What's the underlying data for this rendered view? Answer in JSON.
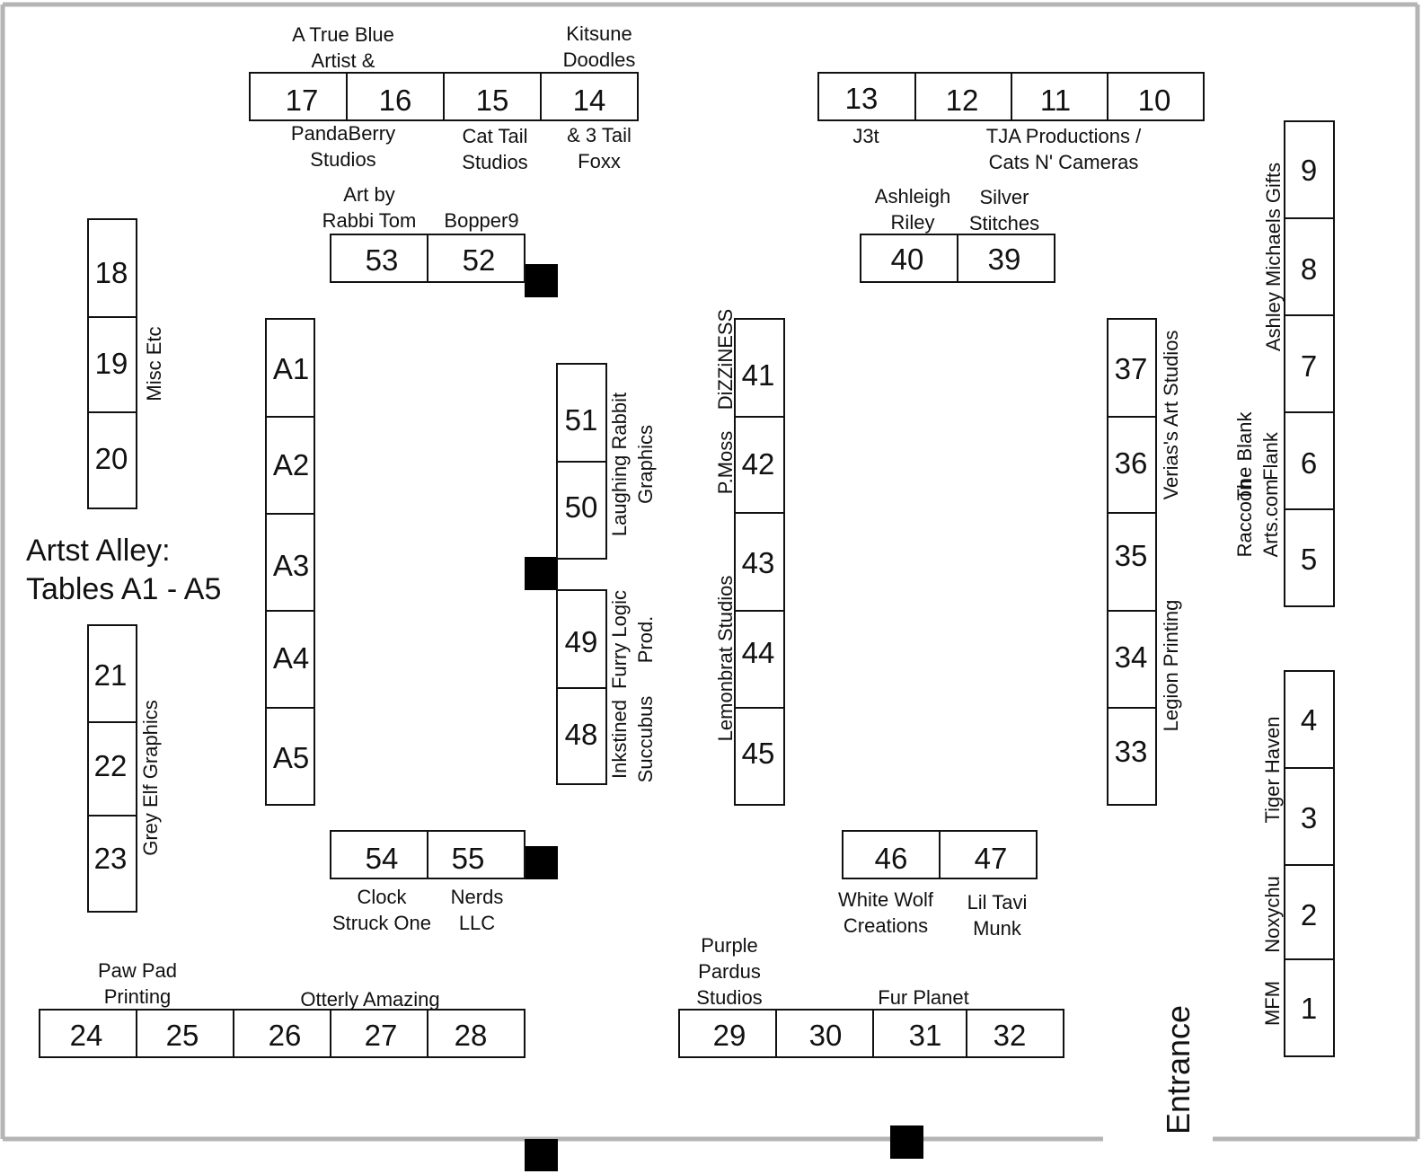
{
  "title": {
    "line1": "Artst Alley:",
    "line2": "Tables A1 - A5"
  },
  "entrance_label": "Entrance",
  "tables": {
    "t1": "1",
    "t2": "2",
    "t3": "3",
    "t4": "4",
    "t5": "5",
    "t6": "6",
    "t7": "7",
    "t8": "8",
    "t9": "9",
    "t10": "10",
    "t11": "11",
    "t12": "12",
    "t13": "13",
    "t14": "14",
    "t15": "15",
    "t16": "16",
    "t17": "17",
    "t18": "18",
    "t19": "19",
    "t20": "20",
    "t21": "21",
    "t22": "22",
    "t23": "23",
    "t24": "24",
    "t25": "25",
    "t26": "26",
    "t27": "27",
    "t28": "28",
    "t29": "29",
    "t30": "30",
    "t31": "31",
    "t32": "32",
    "t33": "33",
    "t34": "34",
    "t35": "35",
    "t36": "36",
    "t37": "37",
    "t39": "39",
    "t40": "40",
    "t41": "41",
    "t42": "42",
    "t43": "43",
    "t44": "44",
    "t45": "45",
    "t46": "46",
    "t47": "47",
    "t48": "48",
    "t49": "49",
    "t50": "50",
    "t51": "51",
    "t52": "52",
    "t53": "53",
    "t54": "54",
    "t55": "55",
    "a1": "A1",
    "a2": "A2",
    "a3": "A3",
    "a4": "A4",
    "a5": "A5"
  },
  "vendors": {
    "true_blue": {
      "line1": "A True Blue",
      "line2": "Artist &"
    },
    "kitsune": {
      "line1": "Kitsune",
      "line2": "Doodles"
    },
    "pandaberry": {
      "line1": "PandaBerry",
      "line2": "Studios"
    },
    "cat_tail": {
      "line1": "Cat Tail",
      "line2": "Studios"
    },
    "three_tail": {
      "line1": "& 3 Tail",
      "line2": "Foxx"
    },
    "j3t": "J3t",
    "tja": {
      "line1": "TJA Productions /",
      "line2": "Cats N' Cameras"
    },
    "rabbi_tom": {
      "line1": "Art by",
      "line2": "Rabbi Tom"
    },
    "bopper9": "Bopper9",
    "ashleigh": {
      "line1": "Ashleigh",
      "line2": "Riley"
    },
    "silver": {
      "line1": "Silver",
      "line2": "Stitches"
    },
    "misc_etc": "Misc Etc",
    "grey_elf": "Grey Elf Graphics",
    "laughing_rabbit": {
      "line1": "Laughing Rabbit",
      "line2": "Graphics"
    },
    "furry_logic": {
      "line1": "Furry Logic",
      "line2": "Prod."
    },
    "inkstined": {
      "line1": "Inkstined",
      "line2": "Succubus"
    },
    "dizziness": "DiZZiNESS",
    "pmoss": "P.Moss",
    "lemonbrat": "Lemonbrat Studios",
    "verias": "Verias's Art Studios",
    "legion": "Legion Printing",
    "ashley_michaels": "Ashley Michaels Gifts",
    "raccoon": {
      "line1": "Raccoon",
      "line2": "Arts.com"
    },
    "blank_flank": {
      "line1": "The Blank",
      "line2": "Flank"
    },
    "tiger_haven": "Tiger Haven",
    "noxychu": "Noxychu",
    "mfm": "MFM",
    "clock_struck": {
      "line1": "Clock",
      "line2": "Struck One"
    },
    "nerds": {
      "line1": "Nerds",
      "line2": "LLC"
    },
    "white_wolf": {
      "line1": "White Wolf",
      "line2": "Creations"
    },
    "lil_tavi": {
      "line1": "Lil Tavi",
      "line2": "Munk"
    },
    "paw_pad": {
      "line1": "Paw Pad",
      "line2": "Printing"
    },
    "otterly": "Otterly Amazing",
    "purple_pardus": {
      "line1": "Purple",
      "line2": "Pardus",
      "line3": "Studios"
    },
    "fur_planet": "Fur Planet"
  },
  "colors": {
    "wall": "#b4b4b4",
    "pillar": "#000000",
    "table_stroke": "#111111"
  }
}
